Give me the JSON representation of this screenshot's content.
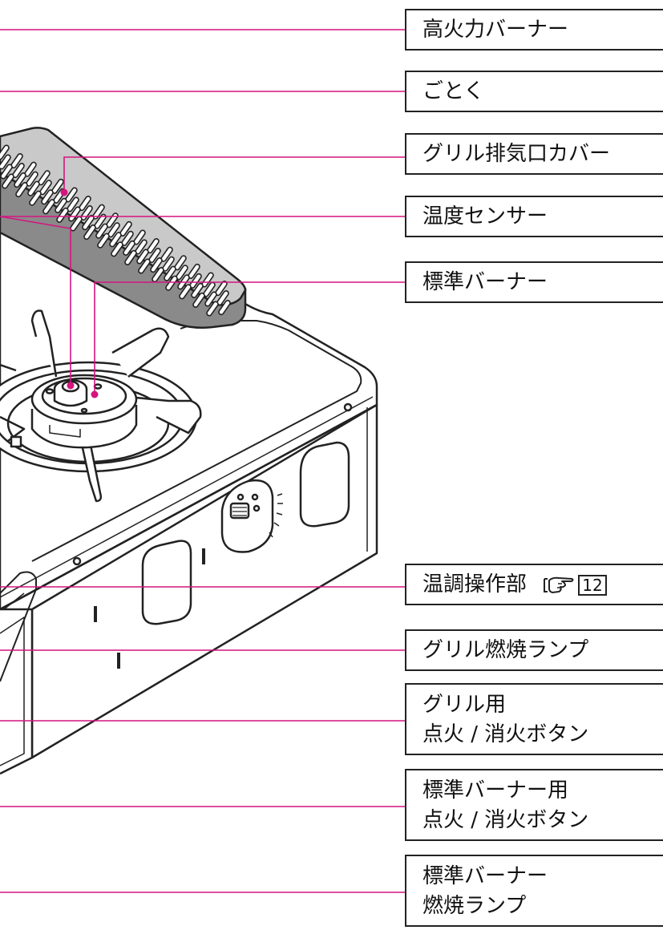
{
  "labels": {
    "high_burner": "高火力バーナー",
    "trivet": "ごとく",
    "grill_exhaust_cover": "グリル排気口カバー",
    "temp_sensor": "温度センサー",
    "standard_burner": "標準バーナー",
    "temp_control": "温調操作部",
    "temp_control_page": "12",
    "grill_lamp": "グリル燃焼ランプ",
    "grill_button_line1": "グリル用",
    "grill_button_line2": "点火 / 消火ボタン",
    "std_button_line1": "標準バーナー用",
    "std_button_line2": "点火 / 消火ボタン",
    "std_lamp_line1": "標準バーナー",
    "std_lamp_line2": "燃焼ランプ"
  },
  "colors": {
    "leader": "#d4147f",
    "outline": "#222222",
    "panel_grey": "#8a8a8a"
  },
  "icons": {
    "page_reference": "pointing-hand-icon"
  }
}
